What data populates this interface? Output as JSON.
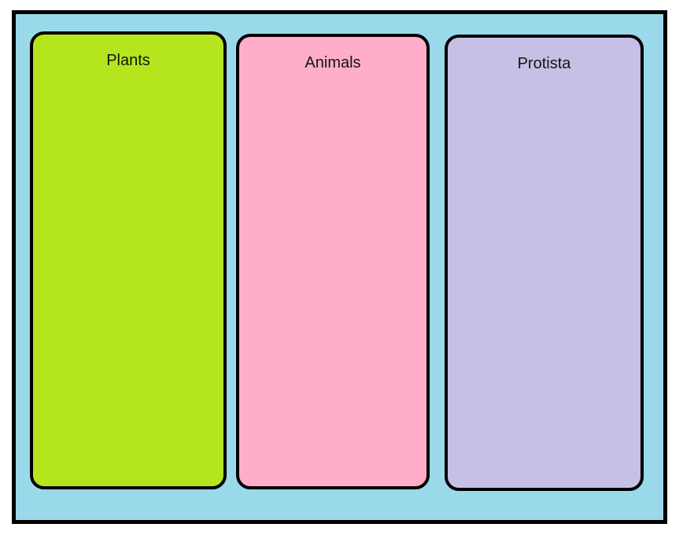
{
  "board": {
    "background": "#99D9EA",
    "border_color": "#000000"
  },
  "columns": [
    {
      "label": "Plants",
      "fill": "#B5E61D"
    },
    {
      "label": "Animals",
      "fill": "#FFAEC9"
    },
    {
      "label": "Protista",
      "fill": "#C8BFE7"
    }
  ],
  "label_color": "#141414"
}
